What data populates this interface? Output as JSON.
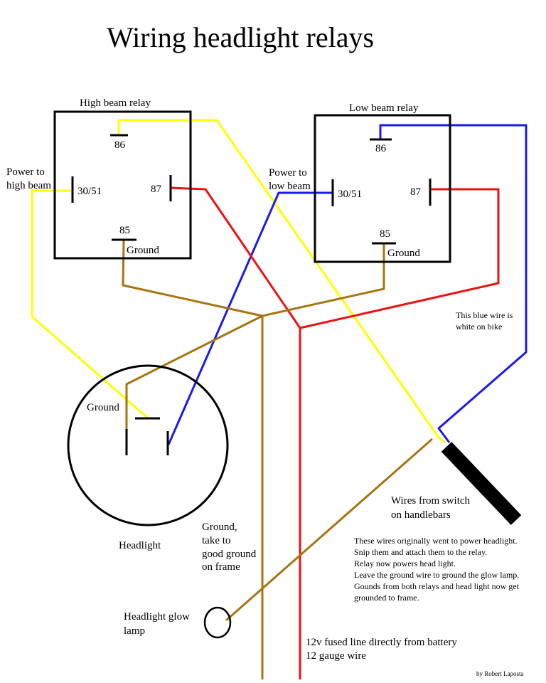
{
  "title": "Wiring headlight relays",
  "relays": {
    "high": {
      "name": "High beam relay",
      "pin86": "86",
      "pin3051": "30/51",
      "pin87": "87",
      "pin85": "85",
      "ground": "Ground"
    },
    "low": {
      "name": "Low beam relay",
      "pin86": "86",
      "pin3051": "30/51",
      "pin87": "87",
      "pin85": "85",
      "ground": "Ground"
    }
  },
  "labels": {
    "power_high_1": "Power to",
    "power_high_2": "high beam",
    "power_low_1": "Power to",
    "power_low_2": "low beam",
    "blue_note_1": "This blue wire is",
    "blue_note_2": "white on bike",
    "headlight_ground": "Ground",
    "headlight": "Headlight",
    "ground_note_1": "Ground,",
    "ground_note_2": "take to",
    "ground_note_3": "good ground",
    "ground_note_4": "on frame",
    "glow_1": "Headlight glow",
    "glow_2": "lamp",
    "switch_1": "Wires from switch",
    "switch_2": "on handlebars",
    "fused_1": "12v fused line directly from battery",
    "fused_2": "12 gauge wire",
    "credit": "by Robert Laposta"
  },
  "notes": [
    "These wires originally went to power headlight.",
    "Snip them and attach them to the relay.",
    "Relay now powers head light.",
    "Leave the ground wire to ground the glow lamp.",
    "Gounds from both relays and head light now get",
    "grounded to frame."
  ],
  "wire_colors": {
    "yellow": "#ffff00",
    "red": "#ee1111",
    "blue": "#1a1aee",
    "brown": "#a87410",
    "black": "#000000"
  }
}
